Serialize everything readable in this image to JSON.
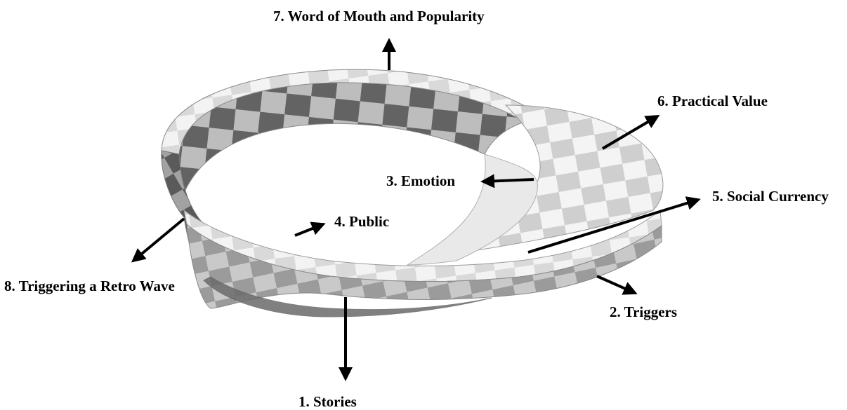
{
  "diagram": {
    "labels": {
      "stories": "1. Stories",
      "triggers": "2. Triggers",
      "emotion": "3. Emotion",
      "public": "4. Public",
      "social_currency": "5. Social Currency",
      "practical_value": "6. Practical Value",
      "word_of_mouth": "7. Word of Mouth and Popularity",
      "retro_wave": "8. Triggering a Retro Wave"
    },
    "colors": {
      "light_check": "#e4e4e4",
      "mid_check": "#a9a9a9",
      "dark_check": "#5f5f5f",
      "arrow": "#000000"
    }
  }
}
